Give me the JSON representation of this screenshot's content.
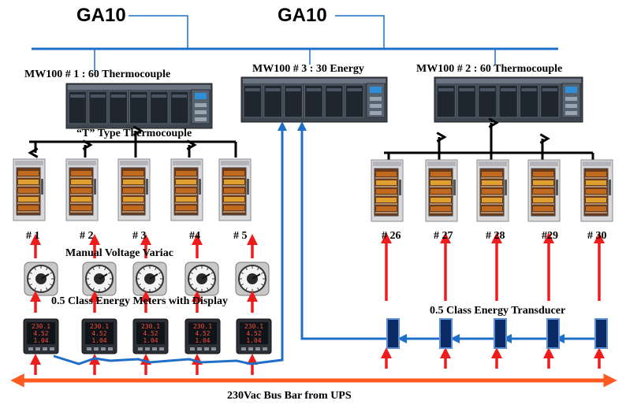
{
  "ga10_left": "GA10",
  "ga10_right": "GA10",
  "mw100_1": "MW100 # 1 :  60 Thermocouple",
  "mw100_3": "MW100 # 3 :  30 Energy",
  "mw100_2": "MW100 # 2 :  60 Thermocouple",
  "thermocouple_label": "“T” Type Thermocouple",
  "variac_label": "Manual Voltage Variac",
  "meters_label": "0.5 Class Energy Meters with Display",
  "transducer_label": "0.5 Class Energy Transducer",
  "bus_label": "230Vac Bus Bar from UPS",
  "left_units": [
    "# 1",
    "# 2",
    "# 3",
    "#4",
    "# 5"
  ],
  "right_units": [
    "# 26",
    "# 27",
    "# 28",
    "#29",
    "# 30"
  ],
  "meter_readings": [
    "230.1",
    "4.52",
    "1.04"
  ],
  "colors": {
    "network": "#1f6fc8",
    "power": "#ee1c1c",
    "bus": "#ff5a1f",
    "thermo": "#000000",
    "transducer": "#0b2a66"
  }
}
